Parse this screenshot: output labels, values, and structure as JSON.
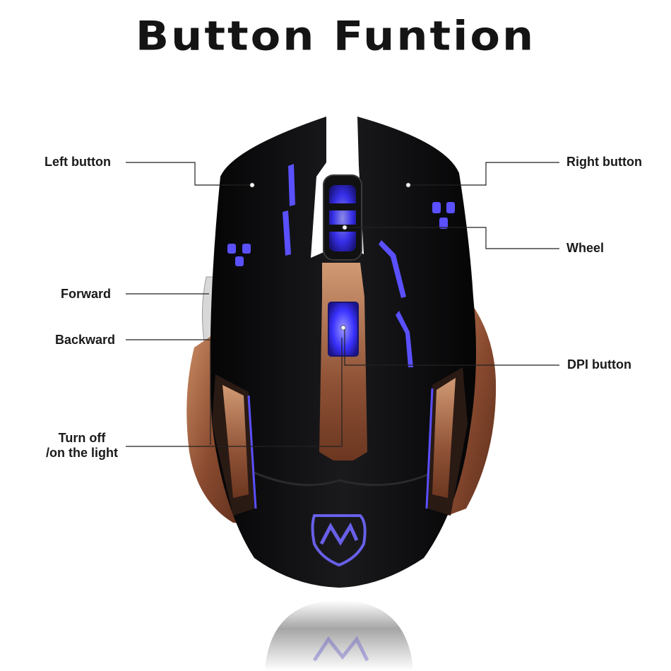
{
  "title": "Button Funtion",
  "labels": {
    "left_button": "Left button",
    "right_button": "Right button",
    "wheel": "Wheel",
    "forward": "Forward",
    "backward": "Backward",
    "dpi_button": "DPI button",
    "turn_off_line1": "Turn off",
    "turn_off_line2": "/on the light"
  },
  "logo_text": "M",
  "colors": {
    "shell": "#0d0d0f",
    "bronze": "#9a5a3c",
    "led": "#4b42ff",
    "callout": "#222222"
  }
}
